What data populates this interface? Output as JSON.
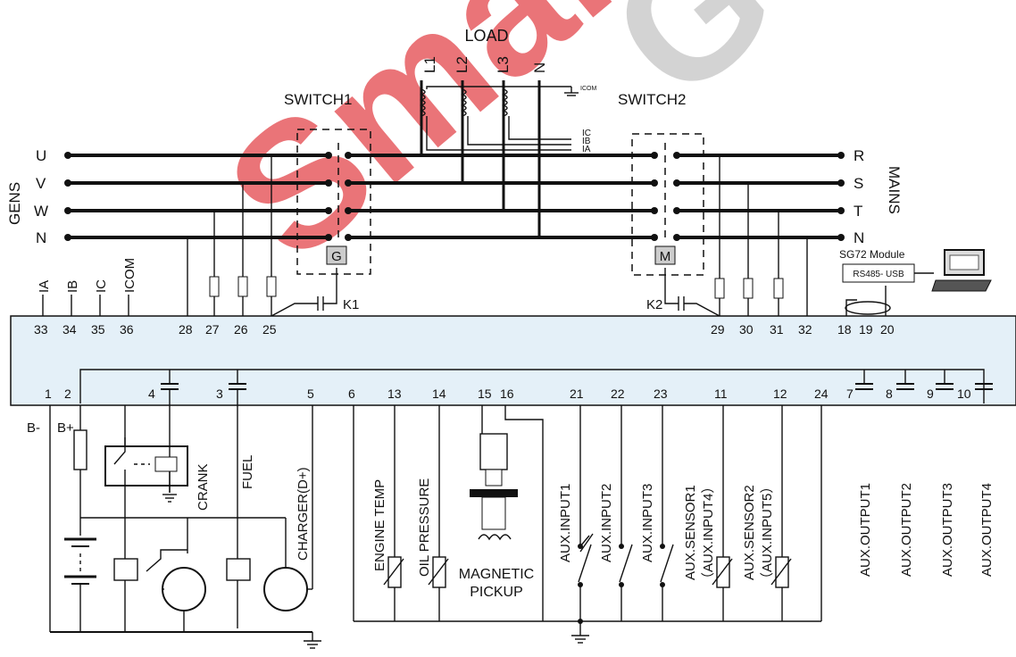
{
  "diagram": {
    "load_title": "LOAD",
    "load_phases": [
      "L1",
      "L2",
      "L3",
      "N"
    ],
    "icom_small": "ICOM",
    "ct_labels": [
      "IC",
      "IB",
      "IA"
    ],
    "switch1": "SWITCH1",
    "switch2": "SWITCH2",
    "gens_label": "GENS",
    "mains_label": "MAINS",
    "gen_phases": [
      "U",
      "V",
      "W",
      "N"
    ],
    "mains_phases": [
      "R",
      "S",
      "T",
      "N"
    ],
    "g_box": "G",
    "m_box": "M",
    "k1": "K1",
    "k2": "K2",
    "module_title": "SG72 Module",
    "module_box": "RS485- USB",
    "top_wire_labels": [
      "IA",
      "IB",
      "IC",
      "ICOM"
    ],
    "top_terminals": [
      "33",
      "34",
      "35",
      "36",
      "28",
      "27",
      "26",
      "25",
      "29",
      "30",
      "31",
      "32",
      "18",
      "19",
      "20"
    ],
    "bottom_terminals": [
      "1",
      "2",
      "4",
      "3",
      "5",
      "6",
      "13",
      "14",
      "15",
      "16",
      "21",
      "22",
      "23",
      "11",
      "12",
      "24",
      "7",
      "8",
      "9",
      "10"
    ],
    "b_minus": "B-",
    "b_plus": "B+",
    "crank": "CRANK",
    "fuel": "FUEL",
    "charger": "CHARGER(D+)",
    "engine_temp": "ENGINE TEMP",
    "oil_pressure": "OIL PRESSURE",
    "magnetic": "MAGNETIC",
    "pickup": "PICKUP",
    "aux_inputs": [
      "AUX.INPUT1",
      "AUX.INPUT2",
      "AUX.INPUT3"
    ],
    "aux_sensor1_a": "AUX.SENSOR1",
    "aux_sensor1_b": "（AUX.INPUT4）",
    "aux_sensor2_a": "AUX.SENSOR2",
    "aux_sensor2_b": "（AUX.INPUT5）",
    "aux_outputs": [
      "AUX.OUTPUT1",
      "AUX.OUTPUT2",
      "AUX.OUTPUT3",
      "AUX.OUTPUT4"
    ]
  }
}
